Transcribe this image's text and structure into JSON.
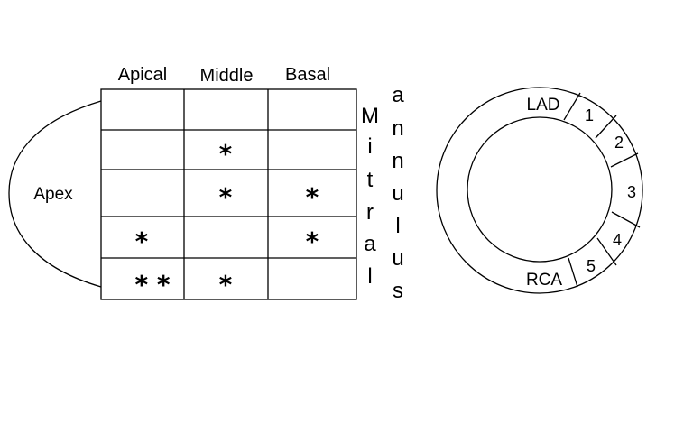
{
  "columns": [
    "Apical",
    "Middle",
    "Basal"
  ],
  "apex_label": "Apex",
  "grid_marks": [
    [
      "",
      "",
      ""
    ],
    [
      "",
      "*",
      ""
    ],
    [
      "",
      "*",
      "*"
    ],
    [
      "*",
      "",
      "*"
    ],
    [
      "* *",
      "*",
      ""
    ]
  ],
  "mitral_letters": [
    "M",
    "i",
    "t",
    "r",
    "a",
    "l"
  ],
  "annulus_letters": [
    "a",
    "n",
    "n",
    "u",
    "l",
    "u",
    "s"
  ],
  "ring": {
    "top_label": "LAD",
    "bottom_label": "RCA",
    "segments": [
      "1",
      "2",
      "3",
      "4",
      "5"
    ]
  },
  "colors": {
    "ink": "#000000",
    "background": "#ffffff"
  }
}
